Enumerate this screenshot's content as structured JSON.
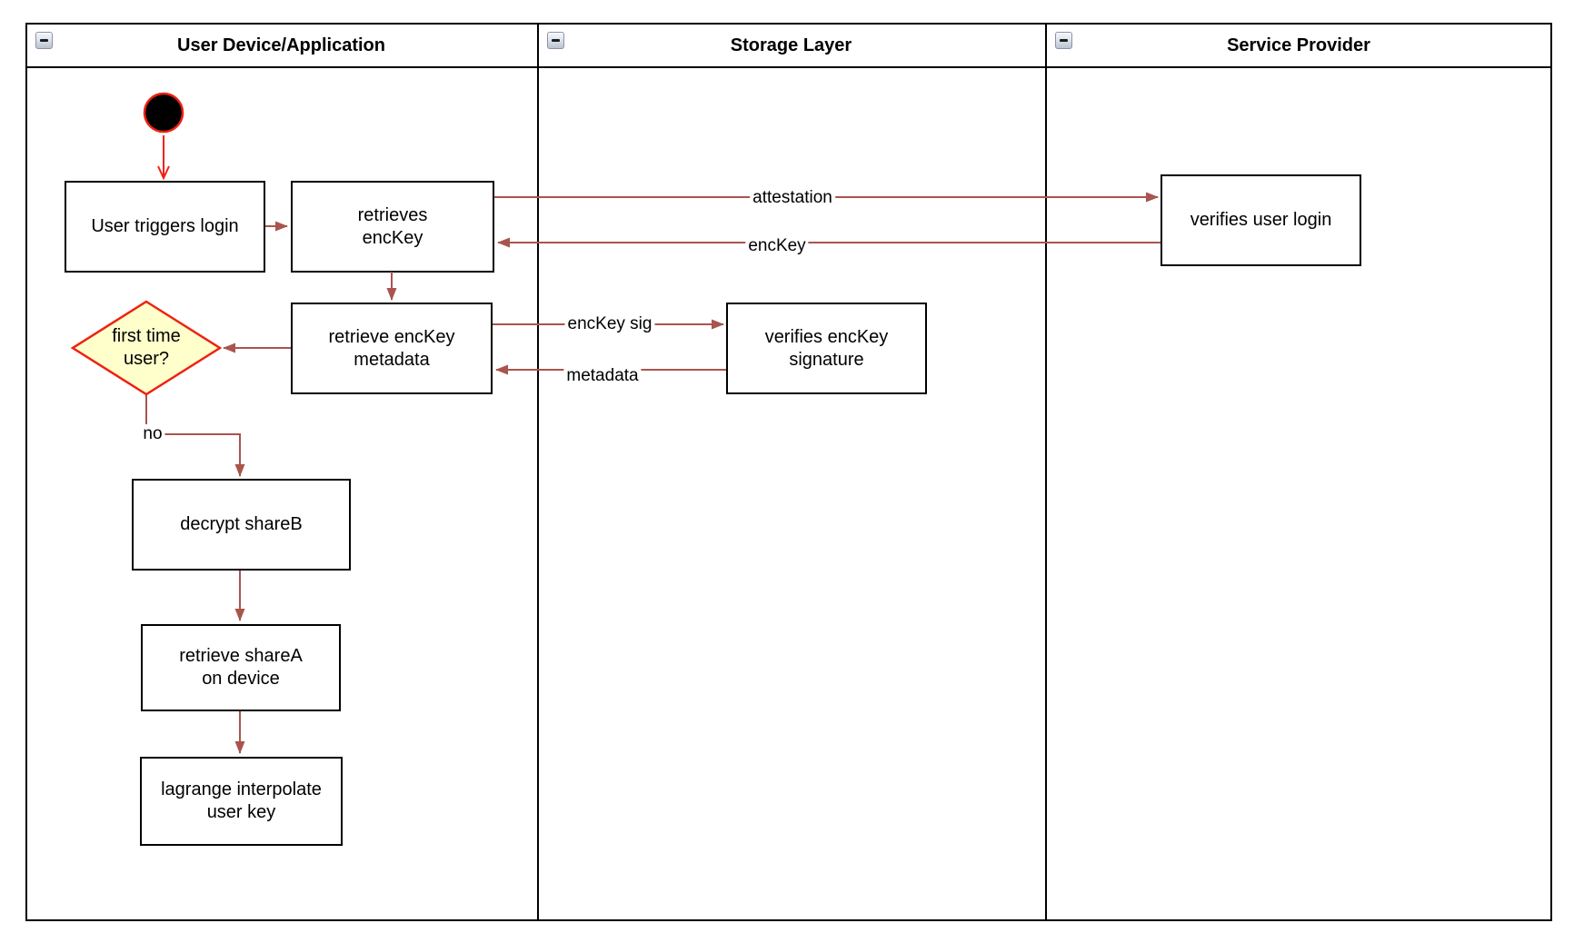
{
  "lanes": [
    {
      "title": "User Device/Application"
    },
    {
      "title": "Storage Layer"
    },
    {
      "title": "Service Provider"
    }
  ],
  "nodes": {
    "user_triggers_login": {
      "label": "User triggers login"
    },
    "retrieves_enckey": {
      "label": "retrieves\nencKey"
    },
    "retrieve_enckey_metadata": {
      "label": "retrieve encKey\nmetadata"
    },
    "verifies_enckey_signature": {
      "label": "verifies encKey\nsignature"
    },
    "verifies_user_login": {
      "label": "verifies user login"
    },
    "decrypt_shareb": {
      "label": "decrypt shareB"
    },
    "retrieve_sharea_on_device": {
      "label": "retrieve shareA\non device"
    },
    "lagrange_interpolate_user_key": {
      "label": "lagrange interpolate\nuser key"
    },
    "first_time_user_decision": {
      "label": "first time\nuser?"
    }
  },
  "edge_labels": {
    "attestation": "attestation",
    "enckey": "encKey",
    "enckey_sig": "encKey sig",
    "metadata": "metadata",
    "no": "no"
  },
  "icons": {
    "collapse": "minus"
  },
  "colors": {
    "flow_arrow": "#A9544E",
    "start_arrow": "#EE2211",
    "decision_fill": "#FFFFCC",
    "decision_stroke": "#EE2211",
    "shape_stroke": "#000000",
    "shape_fill": "#FFFFFF"
  }
}
